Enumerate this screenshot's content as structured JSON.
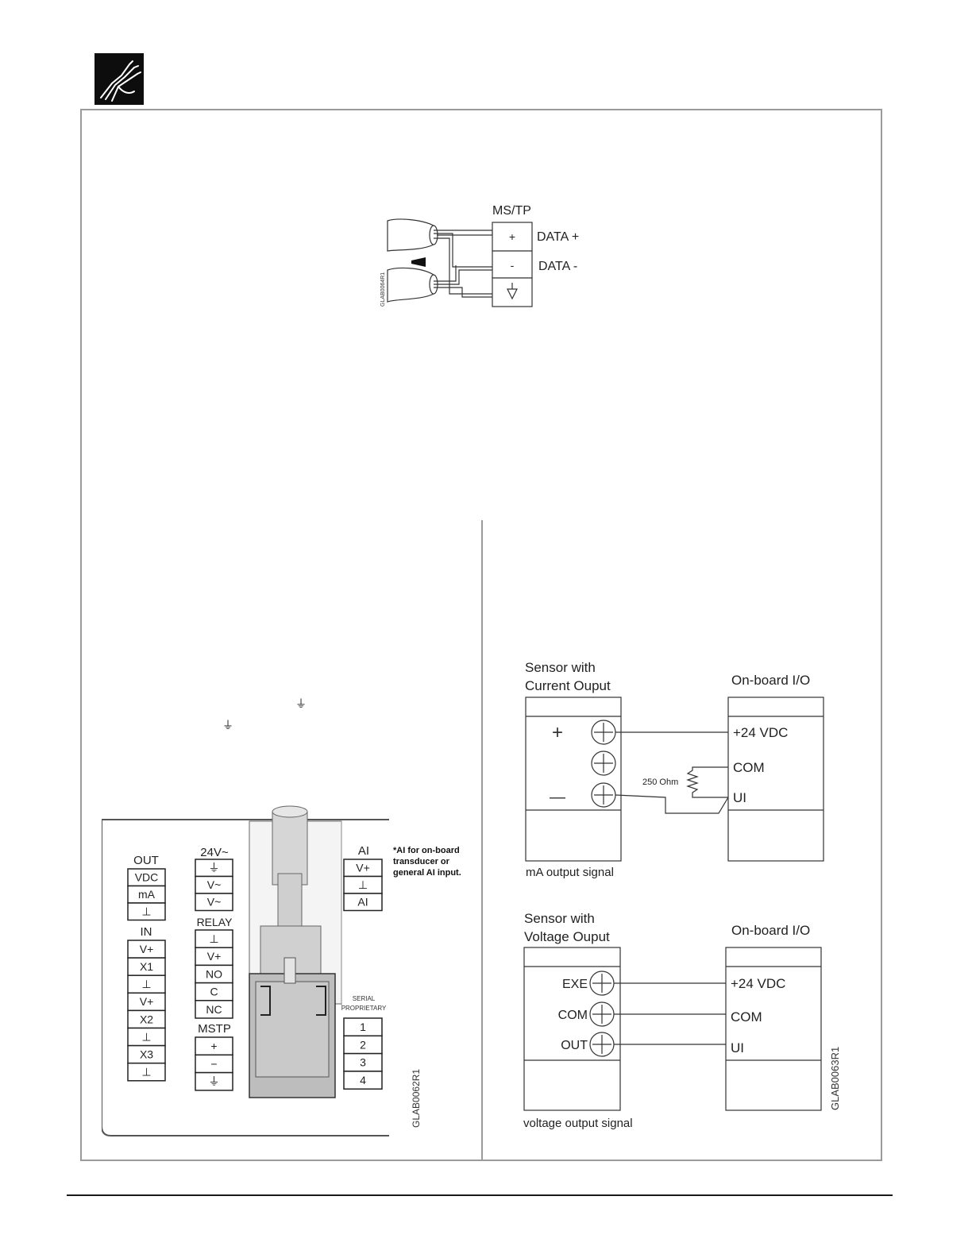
{
  "mstp_diagram": {
    "title": "MS/TP",
    "data_plus": "DATA +",
    "data_minus": "DATA -",
    "term_plus": "+",
    "term_minus": "-",
    "code": "GLAB0064R1"
  },
  "inline_ground": {
    "first": "⏚",
    "second": "⏚"
  },
  "terminal_diagram": {
    "out_label": "OUT",
    "out_terms": [
      "VDC",
      "mA",
      "⊥"
    ],
    "in_label": "IN",
    "in_terms": [
      "V+",
      "X1",
      "⊥",
      "V+",
      "X2",
      "⊥",
      "X3",
      "⊥"
    ],
    "power_label": "24V~",
    "power_terms": [
      "⏚",
      "V~",
      "V~"
    ],
    "relay_label": "RELAY",
    "relay_terms": [
      "⊥",
      "V+",
      "NO",
      "C",
      "NC"
    ],
    "mstp_label": "MSTP",
    "mstp_terms": [
      "+",
      "−",
      "⏚"
    ],
    "ai_label": "AI",
    "ai_terms": [
      "V+",
      "⊥",
      "AI"
    ],
    "ai_note_1": "*AI for on-board",
    "ai_note_2": "transducer or",
    "ai_note_3": "general AI input.",
    "serial_label_1": "SERIAL",
    "serial_label_2": "PROPRIETARY",
    "serial_terms": [
      "1",
      "2",
      "3",
      "4"
    ],
    "code": "GLAB0062R1"
  },
  "sensor_diagram": {
    "current": {
      "title_1": "Sensor with",
      "title_2": "Current Ouput",
      "io_title": "On-board I/O",
      "plus": "+",
      "minus": "—",
      "io_terms": [
        "+24 VDC",
        "COM",
        "UI"
      ],
      "resistor": "250 Ohm",
      "caption": "mA output signal"
    },
    "voltage": {
      "title_1": "Sensor with",
      "title_2": "Voltage Ouput",
      "io_title": "On-board I/O",
      "sensor_terms": [
        "EXE",
        "COM",
        "OUT"
      ],
      "io_terms": [
        "+24 VDC",
        "COM",
        "UI"
      ],
      "caption": "voltage output signal"
    },
    "code": "GLAB0063R1"
  }
}
